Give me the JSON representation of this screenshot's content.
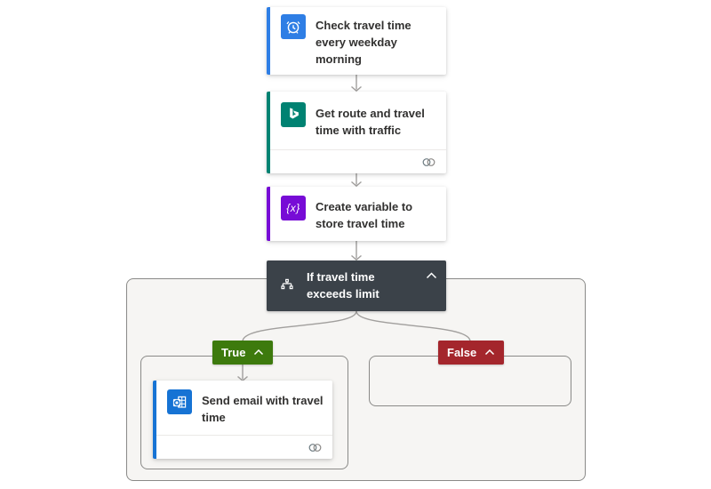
{
  "flow": {
    "trigger": {
      "title": "Check travel time every weekday morning",
      "icon": "alarm-clock"
    },
    "action_route": {
      "title": "Get route and travel time with traffic",
      "icon": "bing-maps"
    },
    "action_variable": {
      "title": "Create variable to store travel time",
      "icon": "variable",
      "icon_glyph": "{x}"
    },
    "condition": {
      "title": "If travel time exceeds limit",
      "icon": "sitemap"
    },
    "true_branch": {
      "label": "True",
      "action": {
        "title": "Send email with travel time",
        "icon": "outlook"
      }
    },
    "false_branch": {
      "label": "False"
    }
  },
  "colors": {
    "trigger_accent": "#2e7ee5",
    "bing_accent": "#008272",
    "variable_accent": "#770bd6",
    "outlook_accent": "#1673d4",
    "condition_bg": "#3b4249",
    "true_badge_bg": "#3d7a0d",
    "false_badge_bg": "#a4262c",
    "connector": "#a19f9d",
    "container_bg": "#f6f5f3",
    "container_border": "#8a8a88",
    "card_title_text": "#323130"
  }
}
